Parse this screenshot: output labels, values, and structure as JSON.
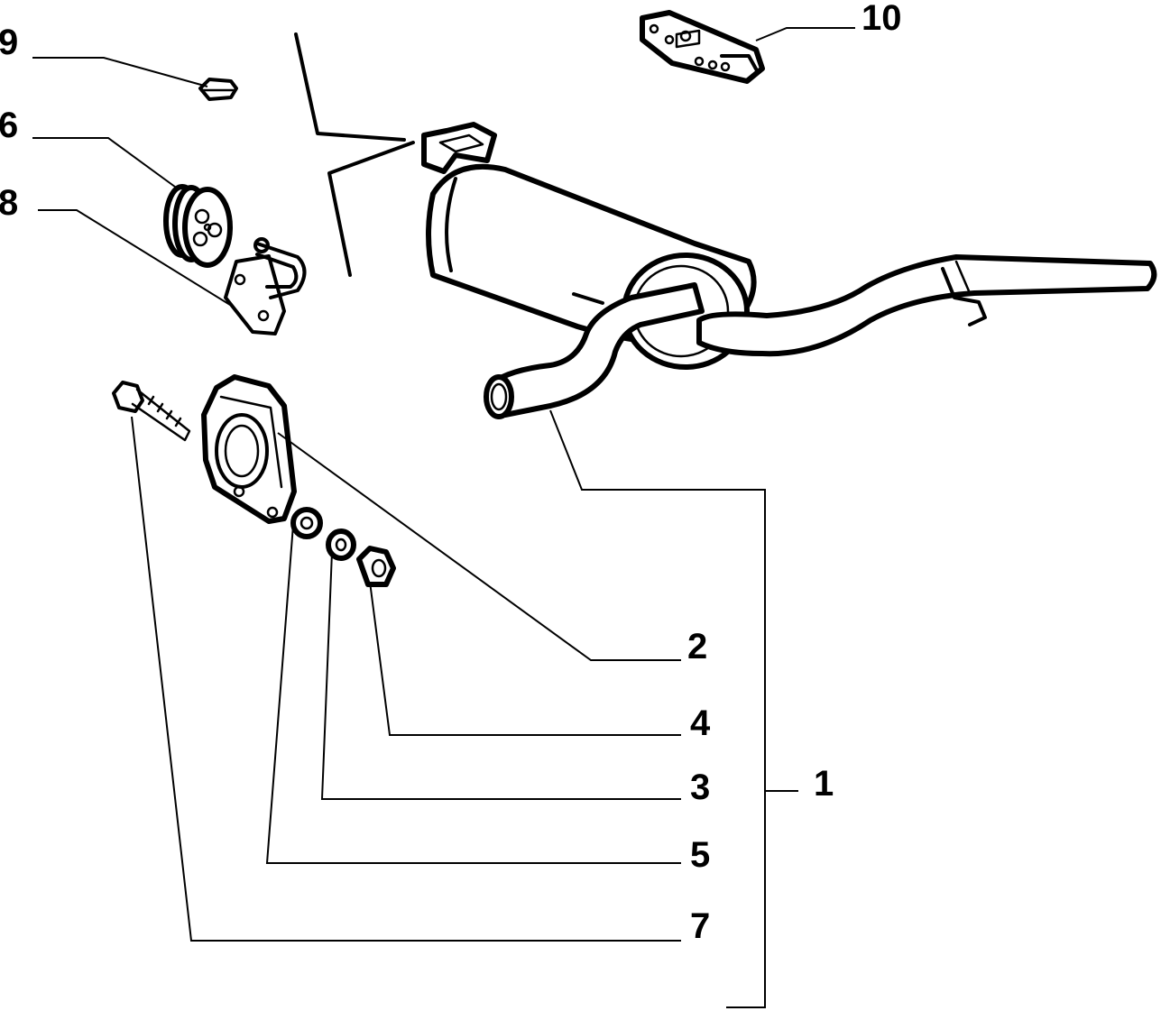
{
  "diagram": {
    "labels": {
      "p1": "1",
      "p2": "2",
      "p3": "3",
      "p4": "4",
      "p5": "5",
      "p6": "6",
      "p7": "7",
      "p8": "8",
      "p9": "9",
      "p10": "10"
    },
    "colors": {
      "ink": "#000000",
      "background": "#ffffff"
    }
  }
}
